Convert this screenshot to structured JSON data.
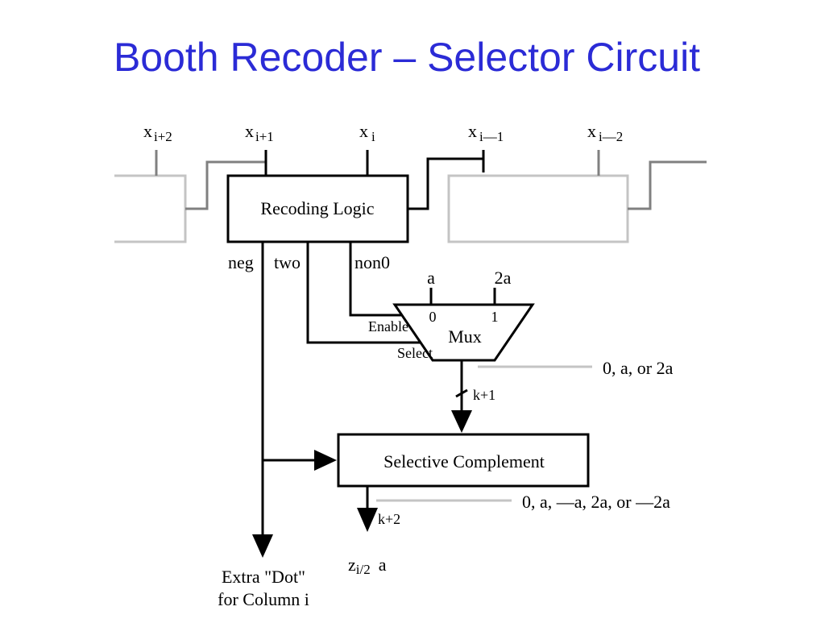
{
  "title": "Booth Recoder – Selector Circuit",
  "inputs": {
    "x_i_plus_2": {
      "base": "x",
      "sub": "i+2"
    },
    "x_i_plus_1": {
      "base": "x",
      "sub": "i+1"
    },
    "x_i": {
      "base": "x",
      "sub": "i"
    },
    "x_i_minus_1": {
      "base": "x",
      "sub": "i—1"
    },
    "x_i_minus_2": {
      "base": "x",
      "sub": "i—2"
    }
  },
  "blocks": {
    "recoding_logic": "Recoding Logic",
    "mux": "Mux",
    "selective_complement": "Selective Complement"
  },
  "signals": {
    "neg": "neg",
    "two": "two",
    "non0": "non0",
    "a": "a",
    "two_a": "2a",
    "mux_in0": "0",
    "mux_in1": "1",
    "enable": "Enable",
    "select": "Select",
    "k_plus_1": "k+1",
    "k_plus_2": "k+2"
  },
  "annotations": {
    "mux_output": "0, a, or 2a",
    "complement_output": "0, a, —a, 2a, or —2a"
  },
  "outputs": {
    "extra_dot_line1": "Extra \"Dot\"",
    "extra_dot_line2": "for Column i",
    "z_base": "z",
    "z_sub": "i/2",
    "z_suffix": "a"
  }
}
